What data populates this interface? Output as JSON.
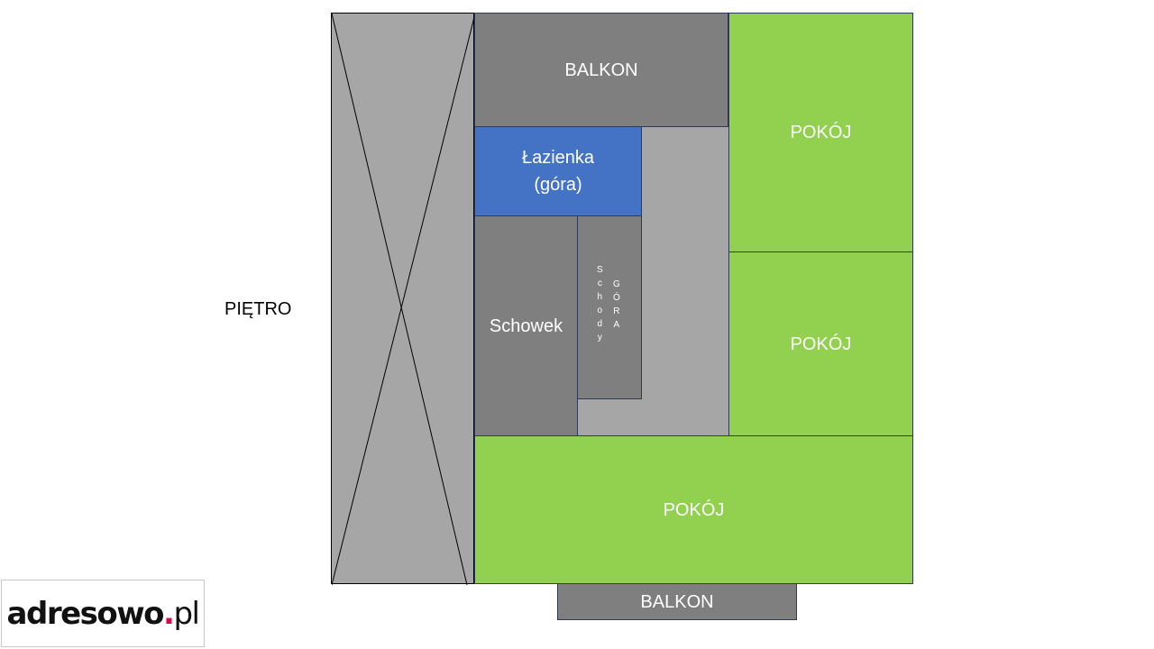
{
  "floor_label": "PIĘTRO",
  "rooms": {
    "balkon_top": "BALKON",
    "pokoj_top_right": "POKÓJ",
    "lazienka_line1": "Łazienka",
    "lazienka_line2": "(góra)",
    "pokoj_mid_right": "POKÓJ",
    "schowek": "Schowek",
    "pokoj_bottom": "POKÓJ",
    "balkon_bottom": "BALKON"
  },
  "stairs": {
    "word_left": [
      "S",
      "c",
      "h",
      "o",
      "d",
      "y"
    ],
    "word_right": [
      "G",
      "Ó",
      "R",
      "A"
    ]
  },
  "logo": {
    "name": "adresowo",
    "dot": ".",
    "tld": "pl"
  },
  "colors": {
    "room_dark_gray": "#7f7f7f",
    "corridor_light_gray": "#a6a6a6",
    "room_green": "#92d050",
    "bathroom_blue": "#4472c4",
    "logo_dot": "#e5004f"
  }
}
